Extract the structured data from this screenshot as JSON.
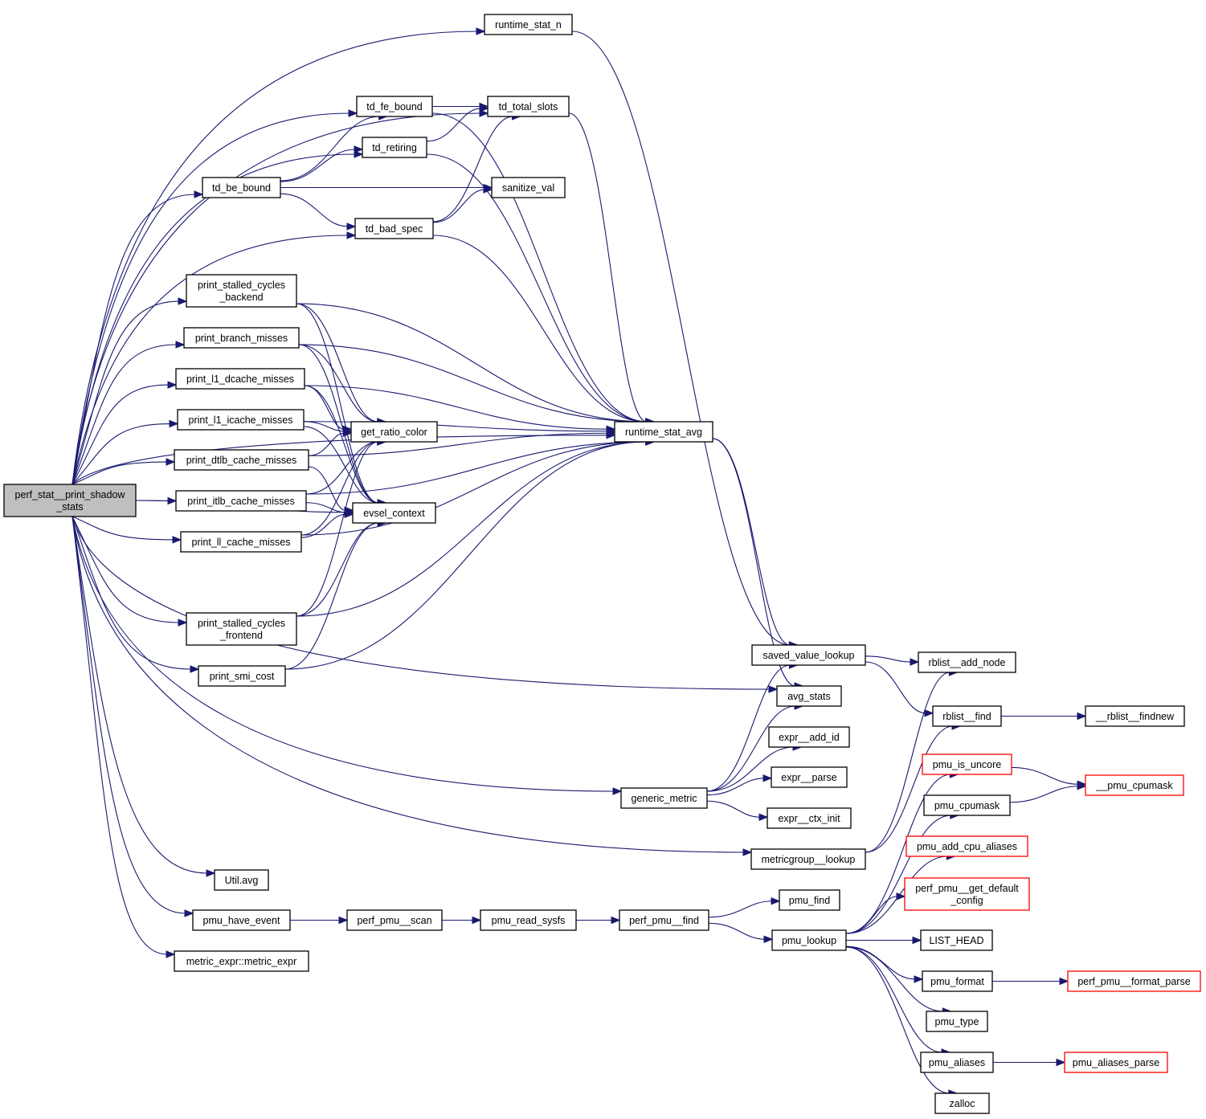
{
  "title": "perf_stat__print_shadow_stats call graph",
  "colors": {
    "edge": "#191970",
    "root_fill": "#bfbfbf",
    "node_fill": "#ffffff",
    "node_border": "#000000",
    "external_border": "#ff0000"
  },
  "nodes": [
    {
      "id": "root",
      "lines": [
        "perf_stat__print_shadow",
        "_stats"
      ],
      "kind": "root"
    },
    {
      "id": "runtime_stat_n",
      "lines": [
        "runtime_stat_n"
      ],
      "kind": "normal"
    },
    {
      "id": "td_fe_bound",
      "lines": [
        "td_fe_bound"
      ],
      "kind": "normal"
    },
    {
      "id": "td_total_slots",
      "lines": [
        "td_total_slots"
      ],
      "kind": "normal"
    },
    {
      "id": "td_retiring",
      "lines": [
        "td_retiring"
      ],
      "kind": "normal"
    },
    {
      "id": "td_be_bound",
      "lines": [
        "td_be_bound"
      ],
      "kind": "normal"
    },
    {
      "id": "sanitize_val",
      "lines": [
        "sanitize_val"
      ],
      "kind": "normal"
    },
    {
      "id": "td_bad_spec",
      "lines": [
        "td_bad_spec"
      ],
      "kind": "normal"
    },
    {
      "id": "print_stalled_cycles_backend",
      "lines": [
        "print_stalled_cycles",
        "_backend"
      ],
      "kind": "normal"
    },
    {
      "id": "print_branch_misses",
      "lines": [
        "print_branch_misses"
      ],
      "kind": "normal"
    },
    {
      "id": "print_l1_dcache_misses",
      "lines": [
        "print_l1_dcache_misses"
      ],
      "kind": "normal"
    },
    {
      "id": "print_l1_icache_misses",
      "lines": [
        "print_l1_icache_misses"
      ],
      "kind": "normal"
    },
    {
      "id": "print_dtlb_cache_misses",
      "lines": [
        "print_dtlb_cache_misses"
      ],
      "kind": "normal"
    },
    {
      "id": "print_itlb_cache_misses",
      "lines": [
        "print_itlb_cache_misses"
      ],
      "kind": "normal"
    },
    {
      "id": "print_ll_cache_misses",
      "lines": [
        "print_ll_cache_misses"
      ],
      "kind": "normal"
    },
    {
      "id": "get_ratio_color",
      "lines": [
        "get_ratio_color"
      ],
      "kind": "normal"
    },
    {
      "id": "evsel_context",
      "lines": [
        "evsel_context"
      ],
      "kind": "normal"
    },
    {
      "id": "runtime_stat_avg",
      "lines": [
        "runtime_stat_avg"
      ],
      "kind": "normal"
    },
    {
      "id": "print_stalled_cycles_frontend",
      "lines": [
        "print_stalled_cycles",
        "_frontend"
      ],
      "kind": "normal"
    },
    {
      "id": "print_smi_cost",
      "lines": [
        "print_smi_cost"
      ],
      "kind": "normal"
    },
    {
      "id": "saved_value_lookup",
      "lines": [
        "saved_value_lookup"
      ],
      "kind": "normal"
    },
    {
      "id": "avg_stats",
      "lines": [
        "avg_stats"
      ],
      "kind": "normal"
    },
    {
      "id": "expr__add_id",
      "lines": [
        "expr__add_id"
      ],
      "kind": "normal"
    },
    {
      "id": "expr__parse",
      "lines": [
        "expr__parse"
      ],
      "kind": "normal"
    },
    {
      "id": "generic_metric",
      "lines": [
        "generic_metric"
      ],
      "kind": "normal"
    },
    {
      "id": "expr__ctx_init",
      "lines": [
        "expr__ctx_init"
      ],
      "kind": "normal"
    },
    {
      "id": "metricgroup__lookup",
      "lines": [
        "metricgroup__lookup"
      ],
      "kind": "normal"
    },
    {
      "id": "rblist__add_node",
      "lines": [
        "rblist__add_node"
      ],
      "kind": "normal"
    },
    {
      "id": "rblist__find",
      "lines": [
        "rblist__find"
      ],
      "kind": "normal"
    },
    {
      "id": "__rblist__findnew",
      "lines": [
        "__rblist__findnew"
      ],
      "kind": "normal"
    },
    {
      "id": "pmu_is_uncore",
      "lines": [
        "pmu_is_uncore"
      ],
      "kind": "external"
    },
    {
      "id": "__pmu_cpumask",
      "lines": [
        "__pmu_cpumask"
      ],
      "kind": "external"
    },
    {
      "id": "pmu_cpumask",
      "lines": [
        "pmu_cpumask"
      ],
      "kind": "normal"
    },
    {
      "id": "pmu_add_cpu_aliases",
      "lines": [
        "pmu_add_cpu_aliases"
      ],
      "kind": "external"
    },
    {
      "id": "perf_pmu__get_default_config",
      "lines": [
        "perf_pmu__get_default",
        "_config"
      ],
      "kind": "external"
    },
    {
      "id": "Util.avg",
      "lines": [
        "Util.avg"
      ],
      "kind": "normal"
    },
    {
      "id": "pmu_have_event",
      "lines": [
        "pmu_have_event"
      ],
      "kind": "normal"
    },
    {
      "id": "perf_pmu__scan",
      "lines": [
        "perf_pmu__scan"
      ],
      "kind": "normal"
    },
    {
      "id": "pmu_read_sysfs",
      "lines": [
        "pmu_read_sysfs"
      ],
      "kind": "normal"
    },
    {
      "id": "perf_pmu__find",
      "lines": [
        "perf_pmu__find"
      ],
      "kind": "normal"
    },
    {
      "id": "pmu_find",
      "lines": [
        "pmu_find"
      ],
      "kind": "normal"
    },
    {
      "id": "pmu_lookup",
      "lines": [
        "pmu_lookup"
      ],
      "kind": "normal"
    },
    {
      "id": "LIST_HEAD",
      "lines": [
        "LIST_HEAD"
      ],
      "kind": "normal"
    },
    {
      "id": "metric_expr::metric_expr",
      "lines": [
        "metric_expr::metric_expr"
      ],
      "kind": "normal"
    },
    {
      "id": "pmu_format",
      "lines": [
        "pmu_format"
      ],
      "kind": "normal"
    },
    {
      "id": "perf_pmu__format_parse",
      "lines": [
        "perf_pmu__format_parse"
      ],
      "kind": "external"
    },
    {
      "id": "pmu_type",
      "lines": [
        "pmu_type"
      ],
      "kind": "normal"
    },
    {
      "id": "pmu_aliases",
      "lines": [
        "pmu_aliases"
      ],
      "kind": "normal"
    },
    {
      "id": "pmu_aliases_parse",
      "lines": [
        "pmu_aliases_parse"
      ],
      "kind": "external"
    },
    {
      "id": "zalloc",
      "lines": [
        "zalloc"
      ],
      "kind": "normal"
    }
  ],
  "edges": [
    [
      "root",
      "runtime_stat_n"
    ],
    [
      "root",
      "td_fe_bound"
    ],
    [
      "root",
      "td_total_slots"
    ],
    [
      "root",
      "td_retiring"
    ],
    [
      "root",
      "td_be_bound"
    ],
    [
      "root",
      "td_bad_spec"
    ],
    [
      "root",
      "print_stalled_cycles_backend"
    ],
    [
      "root",
      "print_branch_misses"
    ],
    [
      "root",
      "print_l1_dcache_misses"
    ],
    [
      "root",
      "print_l1_icache_misses"
    ],
    [
      "root",
      "print_dtlb_cache_misses"
    ],
    [
      "root",
      "print_itlb_cache_misses"
    ],
    [
      "root",
      "print_ll_cache_misses"
    ],
    [
      "root",
      "evsel_context"
    ],
    [
      "root",
      "runtime_stat_avg"
    ],
    [
      "root",
      "print_stalled_cycles_frontend"
    ],
    [
      "root",
      "print_smi_cost"
    ],
    [
      "root",
      "avg_stats"
    ],
    [
      "root",
      "generic_metric"
    ],
    [
      "root",
      "metricgroup__lookup"
    ],
    [
      "root",
      "Util.avg"
    ],
    [
      "root",
      "pmu_have_event"
    ],
    [
      "root",
      "metric_expr::metric_expr"
    ],
    [
      "runtime_stat_n",
      "saved_value_lookup"
    ],
    [
      "td_fe_bound",
      "td_total_slots"
    ],
    [
      "td_fe_bound",
      "runtime_stat_avg"
    ],
    [
      "td_total_slots",
      "runtime_stat_avg"
    ],
    [
      "td_retiring",
      "td_total_slots"
    ],
    [
      "td_retiring",
      "runtime_stat_avg"
    ],
    [
      "td_be_bound",
      "td_fe_bound"
    ],
    [
      "td_be_bound",
      "td_retiring"
    ],
    [
      "td_be_bound",
      "sanitize_val"
    ],
    [
      "td_be_bound",
      "td_bad_spec"
    ],
    [
      "td_bad_spec",
      "td_total_slots"
    ],
    [
      "td_bad_spec",
      "sanitize_val"
    ],
    [
      "td_bad_spec",
      "runtime_stat_avg"
    ],
    [
      "print_stalled_cycles_backend",
      "runtime_stat_avg"
    ],
    [
      "print_stalled_cycles_backend",
      "get_ratio_color"
    ],
    [
      "print_stalled_cycles_backend",
      "evsel_context"
    ],
    [
      "print_branch_misses",
      "runtime_stat_avg"
    ],
    [
      "print_branch_misses",
      "get_ratio_color"
    ],
    [
      "print_branch_misses",
      "evsel_context"
    ],
    [
      "print_l1_dcache_misses",
      "runtime_stat_avg"
    ],
    [
      "print_l1_dcache_misses",
      "get_ratio_color"
    ],
    [
      "print_l1_dcache_misses",
      "evsel_context"
    ],
    [
      "print_l1_icache_misses",
      "runtime_stat_avg"
    ],
    [
      "print_l1_icache_misses",
      "get_ratio_color"
    ],
    [
      "print_l1_icache_misses",
      "evsel_context"
    ],
    [
      "print_dtlb_cache_misses",
      "runtime_stat_avg"
    ],
    [
      "print_dtlb_cache_misses",
      "get_ratio_color"
    ],
    [
      "print_dtlb_cache_misses",
      "evsel_context"
    ],
    [
      "print_itlb_cache_misses",
      "runtime_stat_avg"
    ],
    [
      "print_itlb_cache_misses",
      "get_ratio_color"
    ],
    [
      "print_itlb_cache_misses",
      "evsel_context"
    ],
    [
      "print_ll_cache_misses",
      "runtime_stat_avg"
    ],
    [
      "print_ll_cache_misses",
      "get_ratio_color"
    ],
    [
      "print_ll_cache_misses",
      "evsel_context"
    ],
    [
      "print_stalled_cycles_frontend",
      "runtime_stat_avg"
    ],
    [
      "print_stalled_cycles_frontend",
      "get_ratio_color"
    ],
    [
      "print_stalled_cycles_frontend",
      "evsel_context"
    ],
    [
      "print_smi_cost",
      "runtime_stat_avg"
    ],
    [
      "print_smi_cost",
      "evsel_context"
    ],
    [
      "runtime_stat_avg",
      "saved_value_lookup"
    ],
    [
      "runtime_stat_avg",
      "avg_stats"
    ],
    [
      "saved_value_lookup",
      "rblist__add_node"
    ],
    [
      "saved_value_lookup",
      "rblist__find"
    ],
    [
      "rblist__find",
      "__rblist__findnew"
    ],
    [
      "generic_metric",
      "saved_value_lookup"
    ],
    [
      "generic_metric",
      "avg_stats"
    ],
    [
      "generic_metric",
      "expr__add_id"
    ],
    [
      "generic_metric",
      "expr__parse"
    ],
    [
      "generic_metric",
      "expr__ctx_init"
    ],
    [
      "metricgroup__lookup",
      "rblist__add_node"
    ],
    [
      "metricgroup__lookup",
      "rblist__find"
    ],
    [
      "pmu_have_event",
      "perf_pmu__scan"
    ],
    [
      "perf_pmu__scan",
      "pmu_read_sysfs"
    ],
    [
      "pmu_read_sysfs",
      "perf_pmu__find"
    ],
    [
      "perf_pmu__find",
      "pmu_find"
    ],
    [
      "perf_pmu__find",
      "pmu_lookup"
    ],
    [
      "pmu_lookup",
      "pmu_is_uncore"
    ],
    [
      "pmu_lookup",
      "pmu_cpumask"
    ],
    [
      "pmu_lookup",
      "pmu_add_cpu_aliases"
    ],
    [
      "pmu_lookup",
      "perf_pmu__get_default_config"
    ],
    [
      "pmu_lookup",
      "LIST_HEAD"
    ],
    [
      "pmu_lookup",
      "pmu_format"
    ],
    [
      "pmu_lookup",
      "pmu_type"
    ],
    [
      "pmu_lookup",
      "pmu_aliases"
    ],
    [
      "pmu_lookup",
      "zalloc"
    ],
    [
      "pmu_is_uncore",
      "__pmu_cpumask"
    ],
    [
      "pmu_cpumask",
      "__pmu_cpumask"
    ],
    [
      "pmu_format",
      "perf_pmu__format_parse"
    ],
    [
      "pmu_aliases",
      "pmu_aliases_parse"
    ]
  ]
}
